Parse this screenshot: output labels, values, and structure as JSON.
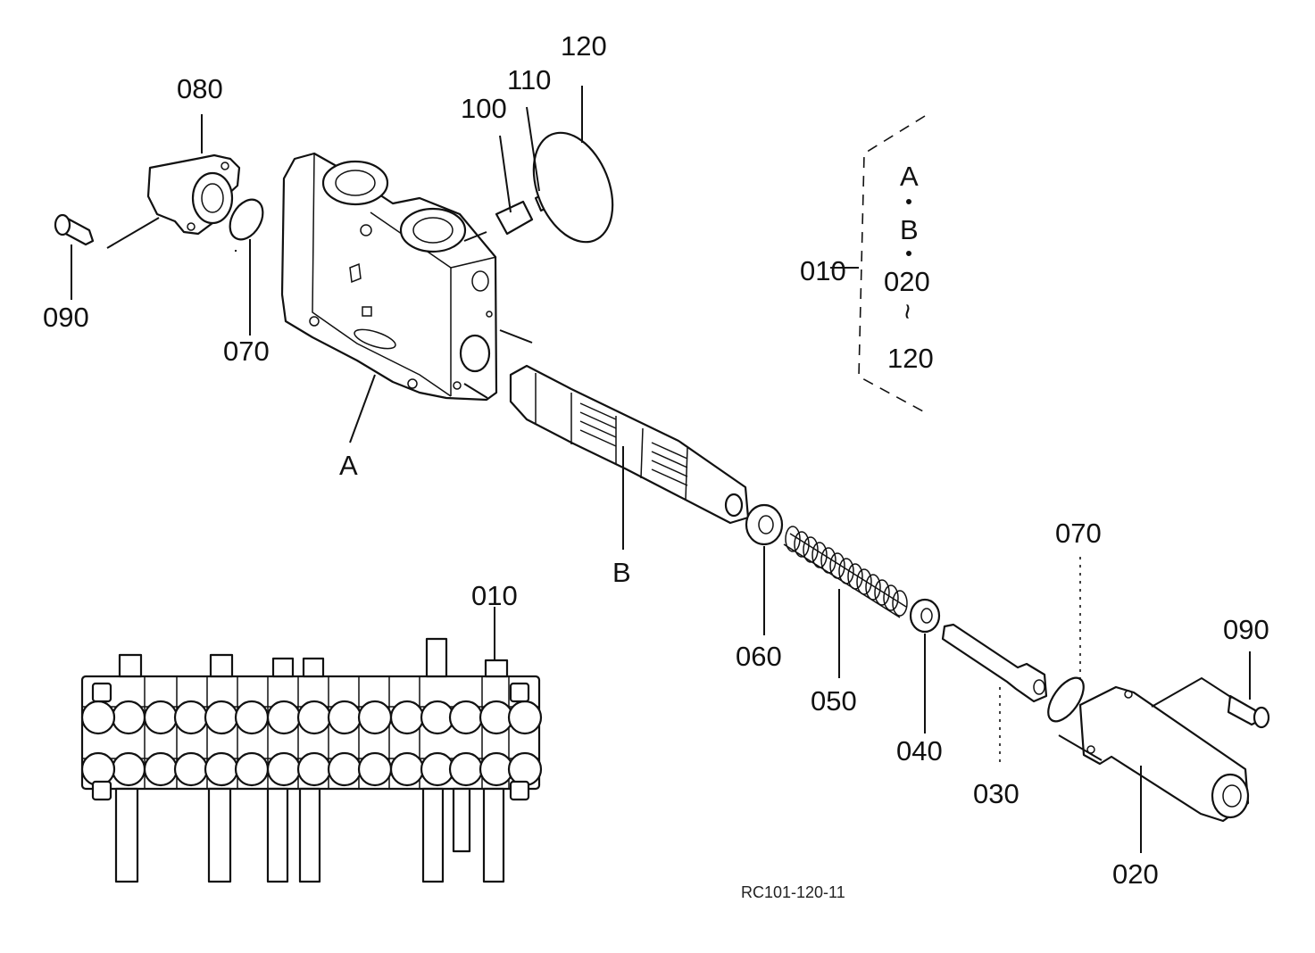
{
  "labels": {
    "p010_top": "010",
    "p010_bottom": "010",
    "p020": "020",
    "p030": "030",
    "p040": "040",
    "p050": "050",
    "p060": "060",
    "p070_left": "070",
    "p070_right": "070",
    "p080": "080",
    "p090_left": "090",
    "p090_right": "090",
    "p100": "100",
    "p110": "110",
    "p120": "120",
    "subassy_A": "A",
    "subassy_B": "B"
  },
  "assembly_bracket": {
    "line1": "A",
    "line2": "B",
    "line3": "020",
    "line4": "~",
    "line5": "120"
  },
  "figure_code": "RC101-120-11",
  "colors": {
    "ink": "#111111",
    "paper": "#ffffff"
  }
}
